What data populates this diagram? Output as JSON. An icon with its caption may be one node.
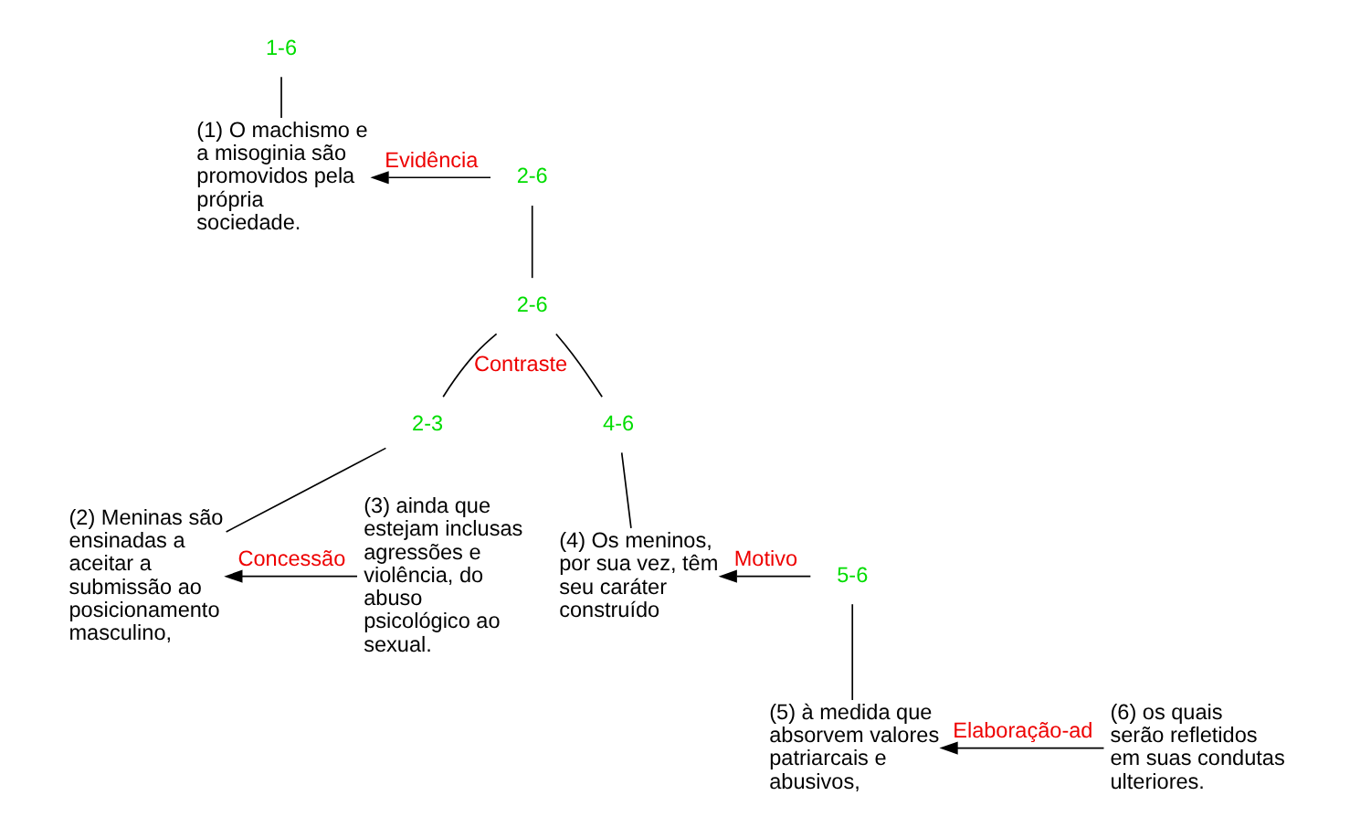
{
  "diagram": {
    "nodes": [
      {
        "text": [
          "1-6"
        ]
      },
      {
        "text": [
          "(1) O machismo e a misoginia são promovidos pela própria sociedade."
        ]
      },
      {
        "text": [
          "2-6"
        ]
      },
      {
        "text": [
          "2-6"
        ]
      },
      {
        "text": [
          "2-3"
        ]
      },
      {
        "text": [
          "(2) Meninas são ensinadas a aceitar a submissão ao posicionamento masculino,"
        ]
      },
      {
        "text": [
          "(3) ainda que estejam inclusas agressões e violência, do abuso psicológico ao sexual."
        ]
      },
      {
        "text": [
          "4-6"
        ]
      },
      {
        "text": [
          "(4) Os meninos, por sua vez, têm seu caráter construído"
        ]
      },
      {
        "text": [
          "5-6"
        ]
      },
      {
        "text": [
          "(5) à medida que absorvem valores patriarcais e abusivos,"
        ]
      },
      {
        "text": [
          "(6) os quais serão refletidos em suas condutas ulteriores."
        ]
      }
    ],
    "edges": [
      {
        "from": 0,
        "to": 1,
        "arrow": "none"
      },
      {
        "from": 2,
        "to": 1,
        "arrow": "to",
        "label": "Evidência"
      },
      {
        "from": 2,
        "to": 3,
        "arrow": "none"
      },
      {
        "from": 3,
        "to": 4,
        "arrow": "none",
        "label": "Contraste"
      },
      {
        "from": 3,
        "to": 7,
        "arrow": "none"
      },
      {
        "from": 4,
        "to": 5,
        "arrow": "none"
      },
      {
        "from": 6,
        "to": 5,
        "arrow": "to",
        "label": "Concessão"
      },
      {
        "from": 7,
        "to": 8,
        "arrow": "none"
      },
      {
        "from": 9,
        "to": 8,
        "arrow": "to",
        "label": "Motivo"
      },
      {
        "from": 9,
        "to": 10,
        "arrow": "none"
      },
      {
        "from": 11,
        "to": 10,
        "arrow": "to",
        "label": "Elaboração-ad"
      }
    ]
  }
}
